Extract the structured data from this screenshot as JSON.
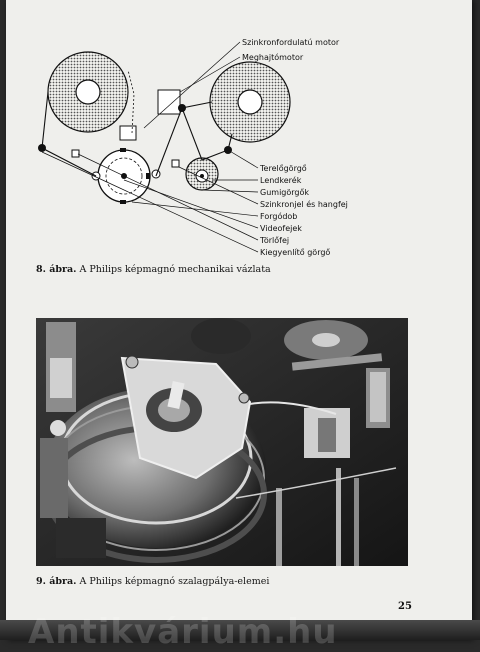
{
  "figure1": {
    "labels": {
      "sync_motor": "Szinkronfordulatú motor",
      "drive_motor": "Meghajtómotor",
      "guide_roller": "Terelőgörgő",
      "flywheel": "Lendkerék",
      "rubber_roller": "Gumigörgők",
      "sync_head": "Szinkronjel és hangfej",
      "drum": "Forgódob",
      "video_heads": "Videofejek",
      "erase_head": "Törlőfej",
      "tension_roller": "Kiegyenlítő görgő"
    },
    "caption_number": "8. ábra.",
    "caption_text": "A Philips képmagnó mechanikai vázlata"
  },
  "figure2": {
    "caption_number": "9. ábra.",
    "caption_text": "A Philips képmagnó szalagpálya-elemei"
  },
  "page_number": "25",
  "watermark": "Antikvárium.hu"
}
